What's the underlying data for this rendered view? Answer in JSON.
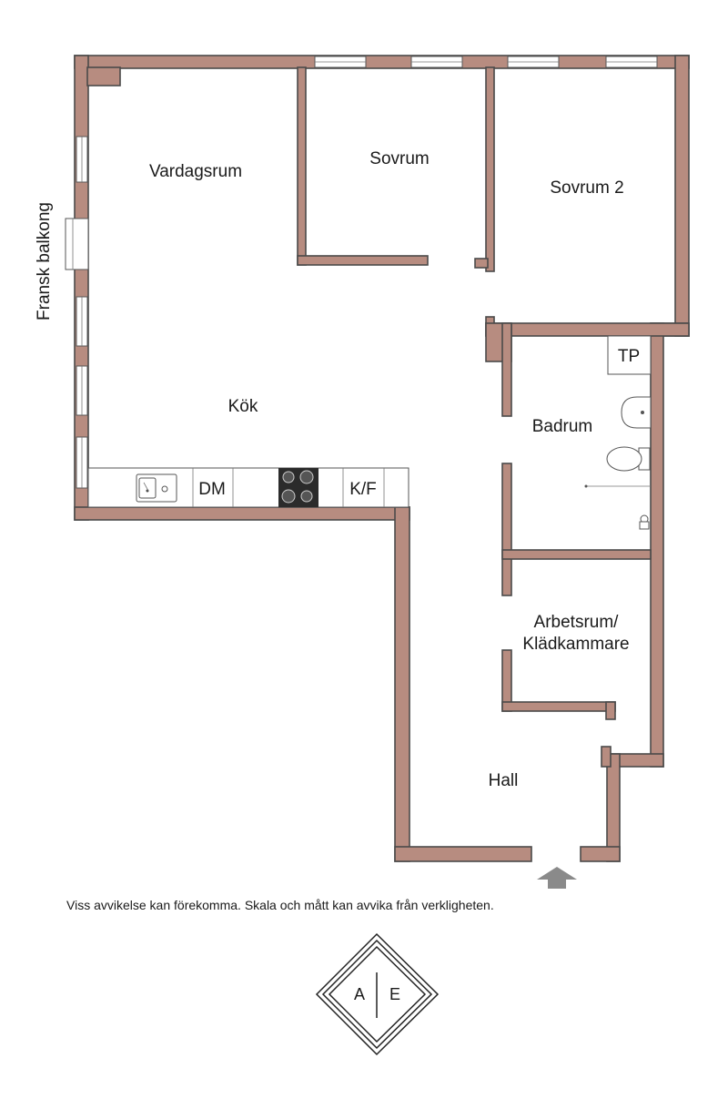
{
  "rooms": {
    "vardagsrum": "Vardagsrum",
    "sovrum": "Sovrum",
    "sovrum2": "Sovrum 2",
    "kok": "Kök",
    "badrum": "Badrum",
    "tp": "TP",
    "arbetsrum_line1": "Arbetsrum/",
    "arbetsrum_line2": "Klädkammare",
    "hall": "Hall"
  },
  "balcony": "Fransk balkong",
  "kitchen": {
    "dishwasher": "DM",
    "fridge_freezer": "K/F"
  },
  "disclaimer": "Viss avvikelse kan förekomma. Skala och mått kan avvika från verkligheten.",
  "logo": {
    "left": "A",
    "right": "E"
  },
  "colors": {
    "wall": "#b78c80",
    "outline": "#4a4a4a",
    "entrance_arrow": "#8a8a8a"
  },
  "icons": [
    "sink-icon",
    "stove-icon",
    "washbasin-icon",
    "toilet-icon",
    "shower-icon",
    "entrance-arrow-icon"
  ]
}
